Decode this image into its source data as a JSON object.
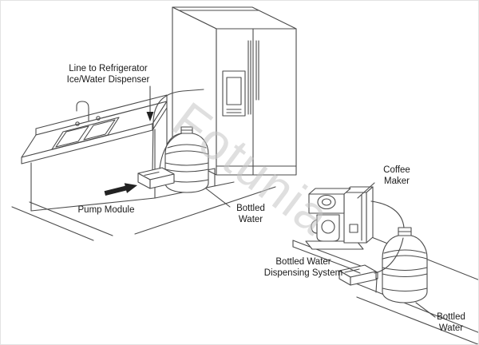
{
  "watermark": "Fotunia",
  "labels": {
    "line_to_refrigerator": [
      "Line to Refrigerator",
      "Ice/Water Dispenser"
    ],
    "pump_module": "Pump Module",
    "bottled_water_left": [
      "Bottled",
      "Water"
    ],
    "coffee_maker": [
      "Coffee",
      "Maker"
    ],
    "dispensing_system": [
      "Bottled Water",
      "Dispensing System"
    ],
    "bottled_water_right": [
      "Bottled",
      "Water"
    ]
  },
  "colors": {
    "line": "#4b4b4b",
    "label_text": "#1a1a1a",
    "arrow_fill": "#222222",
    "watermark": "#c6c6c6",
    "background": "#ffffff"
  }
}
